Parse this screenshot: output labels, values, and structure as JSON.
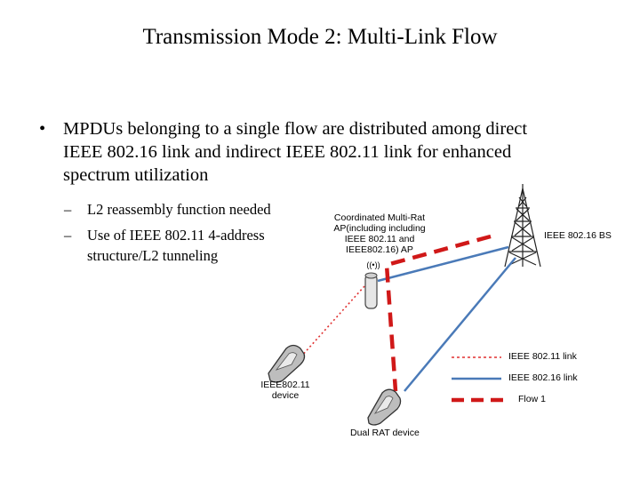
{
  "slide": {
    "title": "Transmission Mode 2: Multi-Link Flow",
    "bullet": {
      "marker": "•",
      "text": "MPDUs belonging to a single flow are distributed among direct IEEE 802.16 link and indirect IEEE 802.11 link for enhanced spectrum utilization"
    },
    "sub_bullets": [
      {
        "marker": "–",
        "text": "L2 reassembly function needed"
      },
      {
        "marker": "–",
        "text": "Use of IEEE 802.11 4-address structure/L2 tunneling"
      }
    ]
  },
  "diagram": {
    "ap_label": [
      "Coordinated Multi-Rat",
      "AP(including including",
      "IEEE 802.11 and",
      "IEEE802.16) AP"
    ],
    "ap_signal_symbol": "((•))",
    "bs_label": "IEEE 802.16 BS",
    "wifi_device_label": [
      "IEEE802.11",
      "device"
    ],
    "dual_device_label": "Dual RAT device",
    "legend": [
      {
        "label": "IEEE 802.11 link",
        "style": "dotted",
        "color": "#e03030"
      },
      {
        "label": "IEEE 802.16 link",
        "style": "solid",
        "color": "#4a7ab8"
      },
      {
        "label": "Flow 1",
        "style": "dashed",
        "color": "#d01818"
      }
    ],
    "colors": {
      "wifi_link": "#e03030",
      "wimax_link": "#4a7ab8",
      "flow": "#d01818",
      "tower": "#222222"
    }
  }
}
